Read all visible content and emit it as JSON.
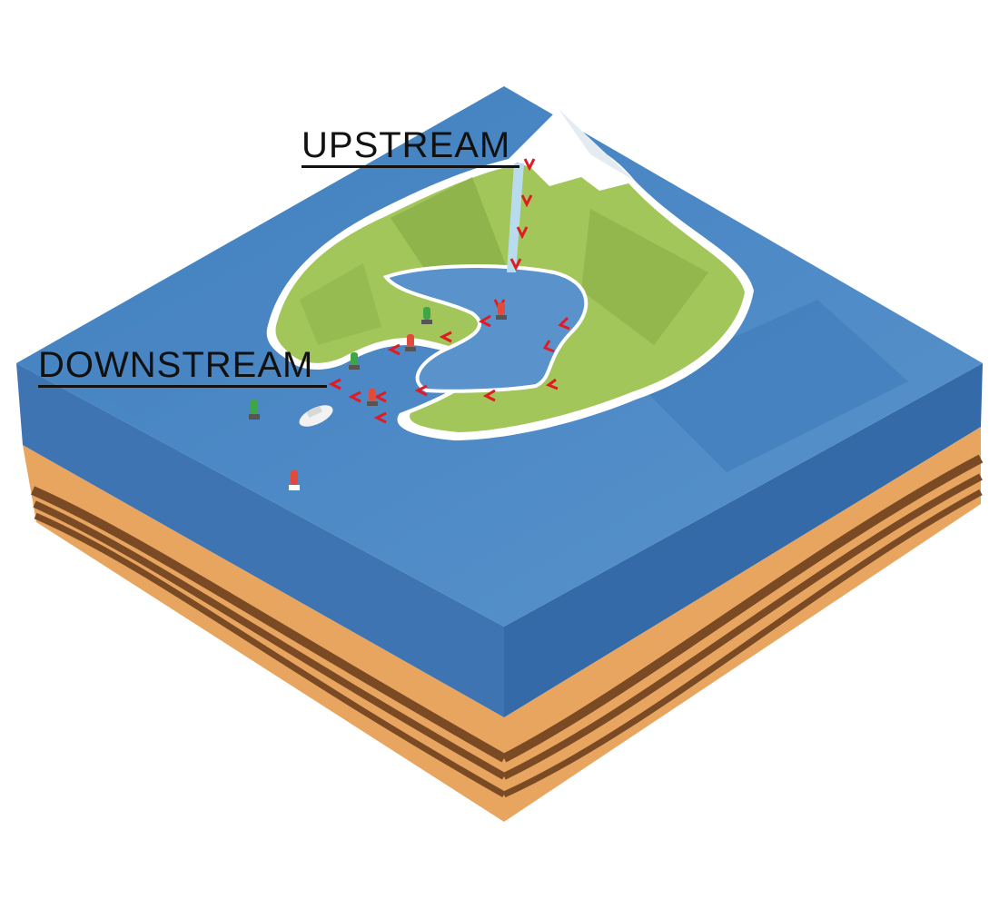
{
  "labels": {
    "upstream": "UPSTREAM",
    "downstream": "DOWNSTREAM"
  },
  "colors": {
    "water_top": "#4f86c1",
    "water_side_left": "#3f74b3",
    "water_side_right": "#346aa8",
    "sand": "#e8a560",
    "soil_stripe": "#7a4a25",
    "land": "#a2c65a",
    "land_dark": "#88ad44",
    "snow": "#ffffff",
    "river_arrow": "#e01b24",
    "buoy_red": "#e24a3b",
    "buoy_green": "#3fa646"
  },
  "markers": {
    "buoys": [
      {
        "kind": "red"
      },
      {
        "kind": "red"
      },
      {
        "kind": "red"
      },
      {
        "kind": "red"
      },
      {
        "kind": "green"
      },
      {
        "kind": "green"
      },
      {
        "kind": "green"
      }
    ],
    "boat": "boat-icon",
    "flow_arrow_icon": "arrow-icon"
  }
}
